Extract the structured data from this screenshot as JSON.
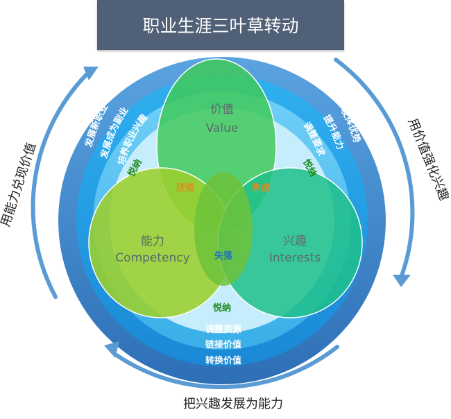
{
  "title": "职业生涯三叶草转动",
  "circles": {
    "value": {
      "cn": "价值",
      "en": "Value"
    },
    "competency": {
      "cn": "能力",
      "en": "Competency"
    },
    "interests": {
      "cn": "兴趣",
      "en": "Interests"
    }
  },
  "overlaps": {
    "value_competency": "厌倦",
    "value_interests": "焦虑",
    "center": "失落"
  },
  "yuena_label": "悦纳",
  "left_ring": [
    "发展新职业",
    "发展成为副业",
    "培养职业兴趣"
  ],
  "right_ring": [
    "发挥优势",
    "提升能力",
    "调整要求"
  ],
  "bottom_ring": [
    "调整资源",
    "链接价值",
    "转换价值"
  ],
  "cycle": {
    "left": "用能力兑现价值",
    "right": "用价值强化兴趣",
    "bottom": "把兴趣发展为能力"
  },
  "colors": {
    "title_bg": "#4f6077",
    "ring_outer": "#3a7ec4",
    "ring_mid": "#1f9be3",
    "ring_inner": "#47b9ef",
    "disc": "#bde9fb",
    "value": "#4fd16a",
    "competency": "#a3d13c",
    "interests": "#2ec89a",
    "arrow": "#5b9bd5"
  }
}
